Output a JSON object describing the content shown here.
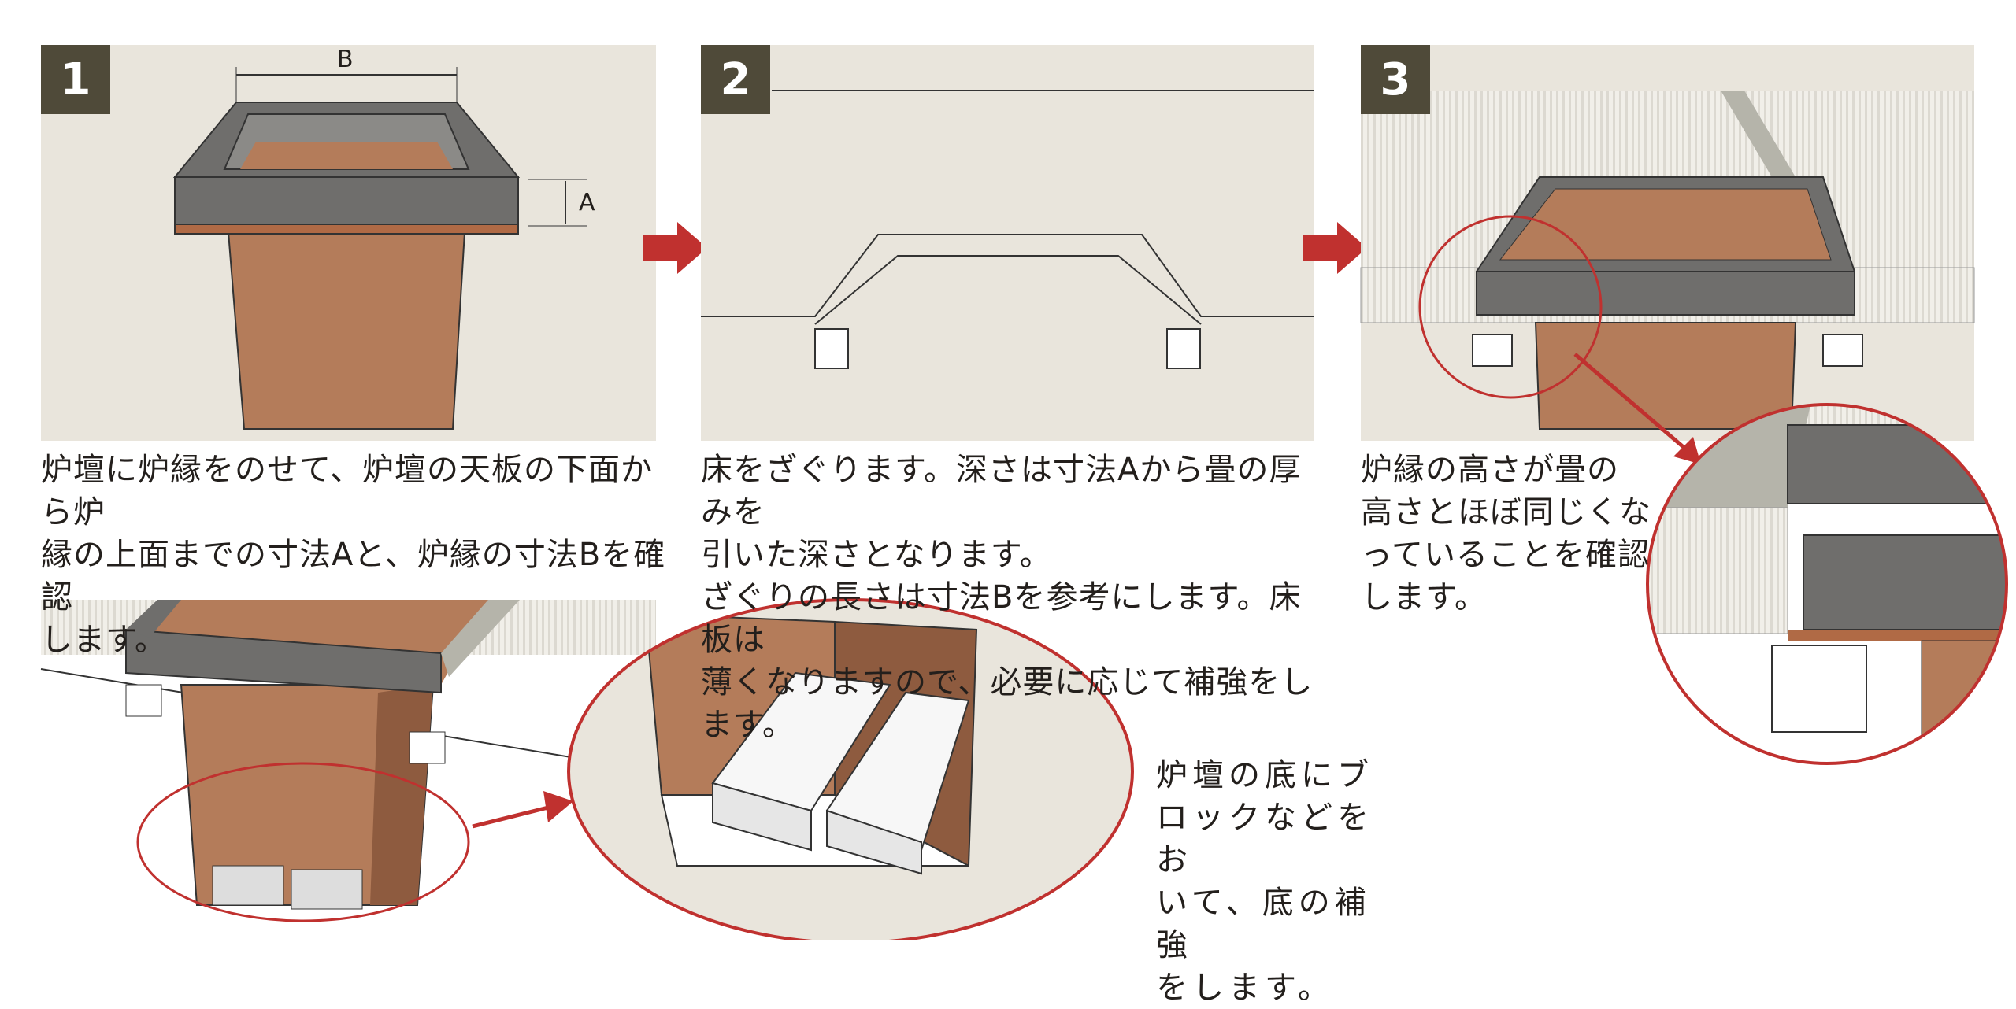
{
  "steps": [
    {
      "number": "1",
      "caption": "炉壇に炉縁をのせて、炉壇の天板の下面から炉\n縁の上面までの寸法Aと、炉縁の寸法Bを確認\nします。",
      "dim_a": "A",
      "dim_b": "B"
    },
    {
      "number": "2",
      "caption": "床をざぐります。深さは寸法Aから畳の厚みを\n引いた深さとなります。\nざぐりの長さは寸法Bを参考にします。床板は\n薄くなりますので、必要に応じて補強をします。"
    },
    {
      "number": "3",
      "caption": "炉縁の高さが畳の\n高さとほぼ同じくな\nっていることを確認\nします。"
    }
  ],
  "bottom_note": "炉壇の底にブ\nロックなどをお\nいて、底の補強\nをします。",
  "colors": {
    "panel": "#e9e5dc",
    "clay": "#b47c5a",
    "frame": "#6f6e6c",
    "accent": "#c0312f",
    "badge": "#4f4a39"
  }
}
